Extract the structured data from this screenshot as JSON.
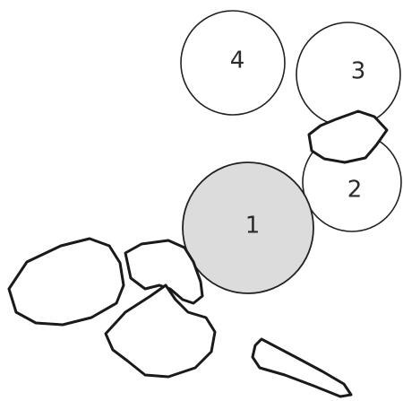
{
  "diagram": {
    "circles": [
      {
        "label": "4",
        "shaded": false
      },
      {
        "label": "3",
        "shaded": false
      },
      {
        "label": "2",
        "shaded": false
      },
      {
        "label": "1",
        "shaded": true
      }
    ],
    "fragments": [
      "fragment-top-right",
      "fragment-left",
      "fragment-middle",
      "fragment-bottom-left",
      "fragment-bottom-right"
    ],
    "colors": {
      "outline": "#222222",
      "shaded_fill": "#dcdcdc",
      "background": "#ffffff"
    }
  }
}
